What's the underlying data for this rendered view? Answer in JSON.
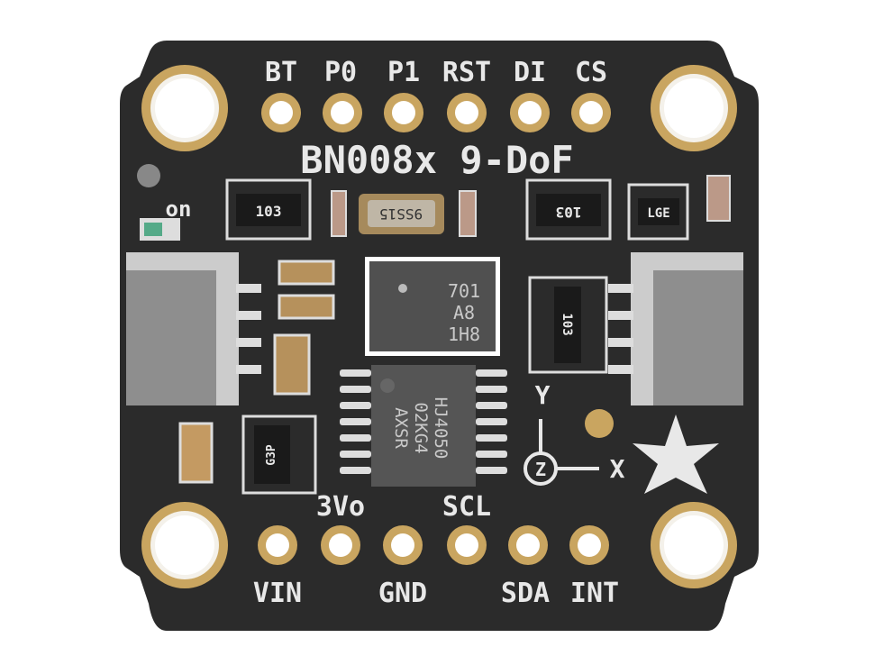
{
  "board": {
    "title": "BN008x 9-DoF",
    "led_label": "on",
    "top_pins": [
      "BT",
      "P0",
      "P1",
      "RST",
      "DI",
      "CS"
    ],
    "bottom_upper_labels": [
      "3Vo",
      "SCL"
    ],
    "bottom_lower_labels": [
      "VIN",
      "GND",
      "SDA",
      "INT"
    ],
    "axes": {
      "y": "Y",
      "z": "Z",
      "x": "X"
    },
    "colors": {
      "pcb": "#2b2b2b",
      "silkscreen": "#e8e8e8",
      "pad": "#c9a560",
      "connector": "#8e8e8e"
    }
  },
  "components": {
    "resistor_left": "103",
    "crystal": "9SS15",
    "resistor_right": "103",
    "ic_small": "LGE",
    "resistor_mid": "103",
    "sensor_chip": [
      "701",
      "A8",
      "1H8"
    ],
    "level_shifter": [
      "HJ4050",
      "02KG4",
      "AXSR"
    ],
    "regulator": "G3P"
  }
}
